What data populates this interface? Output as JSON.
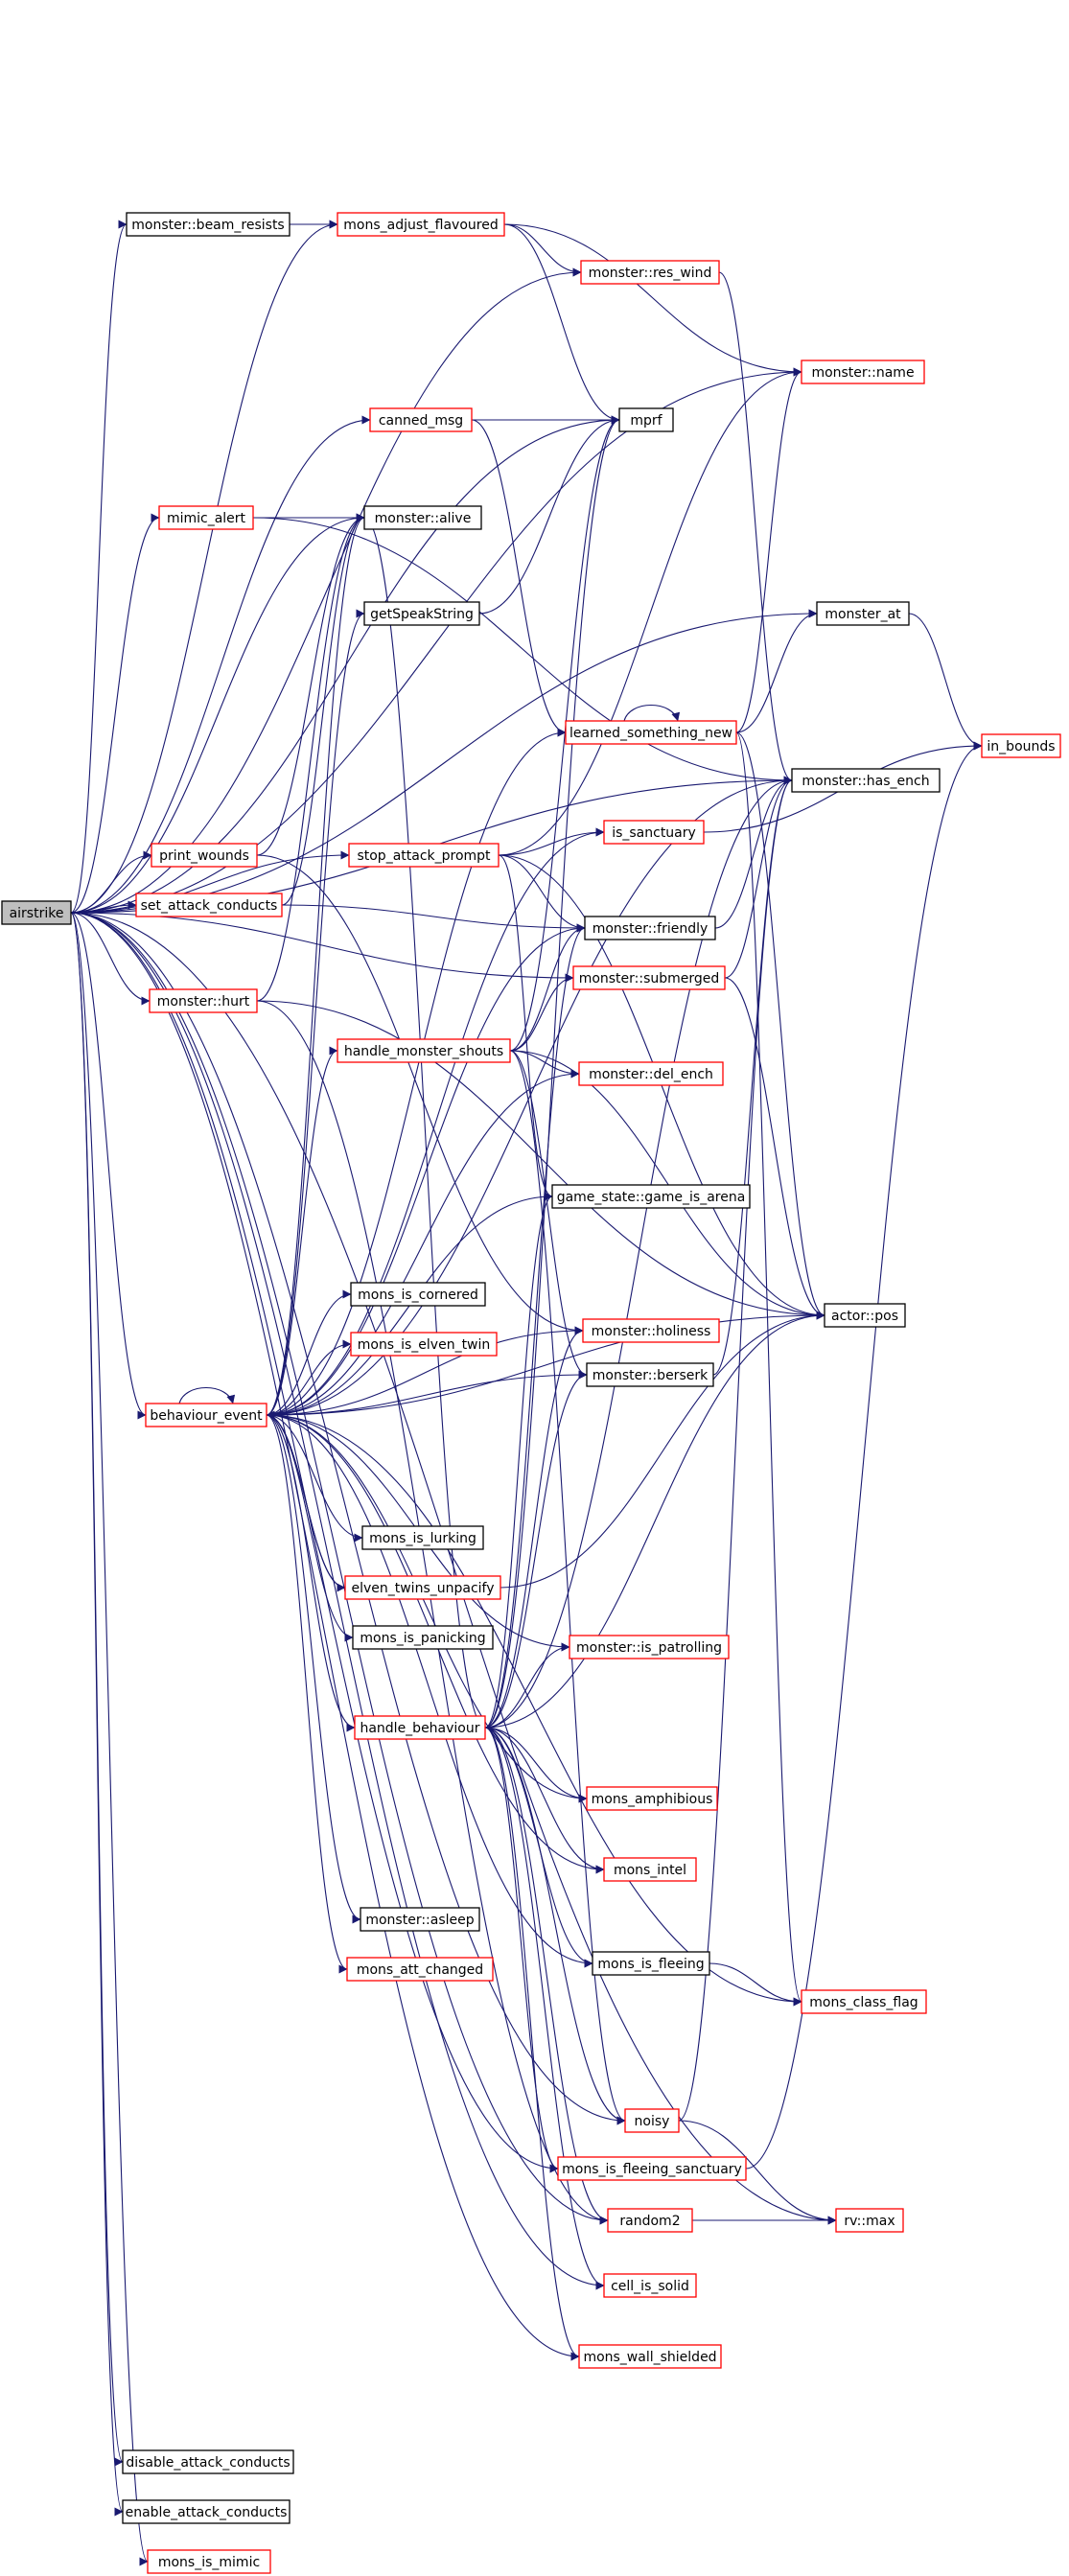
{
  "colors": {
    "edge": "#191970",
    "border_truncated": "#ff0000",
    "border_full": "#000000",
    "root_fill": "#bfbfbf"
  },
  "nodes": [
    {
      "id": "airstrike",
      "label": "airstrike",
      "border": "black",
      "root": true
    },
    {
      "id": "monster_beam_resists",
      "label": "monster::beam_resists",
      "border": "black"
    },
    {
      "id": "mons_adjust_flavoured",
      "label": "mons_adjust_flavoured",
      "border": "red"
    },
    {
      "id": "monster_res_wind",
      "label": "monster::res_wind",
      "border": "red"
    },
    {
      "id": "monster_name",
      "label": "monster::name",
      "border": "red"
    },
    {
      "id": "canned_msg",
      "label": "canned_msg",
      "border": "red"
    },
    {
      "id": "mprf",
      "label": "mprf",
      "border": "black"
    },
    {
      "id": "mimic_alert",
      "label": "mimic_alert",
      "border": "red"
    },
    {
      "id": "monster_alive",
      "label": "monster::alive",
      "border": "black"
    },
    {
      "id": "getSpeakString",
      "label": "getSpeakString",
      "border": "black"
    },
    {
      "id": "monster_at",
      "label": "monster_at",
      "border": "black"
    },
    {
      "id": "learned_something_new",
      "label": "learned_something_new",
      "border": "red"
    },
    {
      "id": "in_bounds",
      "label": "in_bounds",
      "border": "red"
    },
    {
      "id": "monster_has_ench",
      "label": "monster::has_ench",
      "border": "black"
    },
    {
      "id": "print_wounds",
      "label": "print_wounds",
      "border": "red"
    },
    {
      "id": "stop_attack_prompt",
      "label": "stop_attack_prompt",
      "border": "red"
    },
    {
      "id": "is_sanctuary",
      "label": "is_sanctuary",
      "border": "red"
    },
    {
      "id": "set_attack_conducts",
      "label": "set_attack_conducts",
      "border": "red"
    },
    {
      "id": "monster_friendly",
      "label": "monster::friendly",
      "border": "black"
    },
    {
      "id": "monster_hurt",
      "label": "monster::hurt",
      "border": "red"
    },
    {
      "id": "monster_submerged",
      "label": "monster::submerged",
      "border": "red"
    },
    {
      "id": "handle_monster_shouts",
      "label": "handle_monster_shouts",
      "border": "red"
    },
    {
      "id": "monster_del_ench",
      "label": "monster::del_ench",
      "border": "red"
    },
    {
      "id": "game_state_game_is_arena",
      "label": "game_state::game_is_arena",
      "border": "black"
    },
    {
      "id": "mons_is_cornered",
      "label": "mons_is_cornered",
      "border": "black"
    },
    {
      "id": "actor_pos",
      "label": "actor::pos",
      "border": "black"
    },
    {
      "id": "mons_is_elven_twin",
      "label": "mons_is_elven_twin",
      "border": "red"
    },
    {
      "id": "monster_holiness",
      "label": "monster::holiness",
      "border": "red"
    },
    {
      "id": "monster_berserk",
      "label": "monster::berserk",
      "border": "black"
    },
    {
      "id": "behaviour_event",
      "label": "behaviour_event",
      "border": "red"
    },
    {
      "id": "mons_is_lurking",
      "label": "mons_is_lurking",
      "border": "black"
    },
    {
      "id": "elven_twins_unpacify",
      "label": "elven_twins_unpacify",
      "border": "red"
    },
    {
      "id": "mons_is_panicking",
      "label": "mons_is_panicking",
      "border": "black"
    },
    {
      "id": "monster_is_patrolling",
      "label": "monster::is_patrolling",
      "border": "red"
    },
    {
      "id": "handle_behaviour",
      "label": "handle_behaviour",
      "border": "red"
    },
    {
      "id": "mons_amphibious",
      "label": "mons_amphibious",
      "border": "red"
    },
    {
      "id": "mons_intel",
      "label": "mons_intel",
      "border": "red"
    },
    {
      "id": "monster_asleep",
      "label": "monster::asleep",
      "border": "black"
    },
    {
      "id": "mons_att_changed",
      "label": "mons_att_changed",
      "border": "red"
    },
    {
      "id": "mons_is_fleeing",
      "label": "mons_is_fleeing",
      "border": "black"
    },
    {
      "id": "mons_class_flag",
      "label": "mons_class_flag",
      "border": "red"
    },
    {
      "id": "noisy",
      "label": "noisy",
      "border": "red"
    },
    {
      "id": "mons_is_fleeing_sanctuary",
      "label": "mons_is_fleeing_sanctuary",
      "border": "red"
    },
    {
      "id": "random2",
      "label": "random2",
      "border": "red"
    },
    {
      "id": "rv_max",
      "label": "rv::max",
      "border": "red"
    },
    {
      "id": "cell_is_solid",
      "label": "cell_is_solid",
      "border": "red"
    },
    {
      "id": "mons_wall_shielded",
      "label": "mons_wall_shielded",
      "border": "red"
    },
    {
      "id": "disable_attack_conducts",
      "label": "disable_attack_conducts",
      "border": "black"
    },
    {
      "id": "enable_attack_conducts",
      "label": "enable_attack_conducts",
      "border": "black"
    },
    {
      "id": "mons_is_mimic",
      "label": "mons_is_mimic",
      "border": "red"
    }
  ],
  "edges": [
    [
      "airstrike",
      "monster_beam_resists"
    ],
    [
      "airstrike",
      "mons_adjust_flavoured"
    ],
    [
      "airstrike",
      "monster_res_wind"
    ],
    [
      "airstrike",
      "monster_name"
    ],
    [
      "airstrike",
      "canned_msg"
    ],
    [
      "airstrike",
      "mprf"
    ],
    [
      "airstrike",
      "mimic_alert"
    ],
    [
      "airstrike",
      "monster_alive"
    ],
    [
      "airstrike",
      "monster_at"
    ],
    [
      "airstrike",
      "monster_has_ench"
    ],
    [
      "airstrike",
      "print_wounds"
    ],
    [
      "airstrike",
      "stop_attack_prompt"
    ],
    [
      "airstrike",
      "set_attack_conducts"
    ],
    [
      "airstrike",
      "monster_hurt"
    ],
    [
      "airstrike",
      "monster_submerged"
    ],
    [
      "airstrike",
      "behaviour_event"
    ],
    [
      "airstrike",
      "noisy"
    ],
    [
      "airstrike",
      "mons_is_fleeing_sanctuary"
    ],
    [
      "airstrike",
      "random2"
    ],
    [
      "airstrike",
      "rv_max"
    ],
    [
      "airstrike",
      "cell_is_solid"
    ],
    [
      "airstrike",
      "mons_wall_shielded"
    ],
    [
      "airstrike",
      "disable_attack_conducts"
    ],
    [
      "airstrike",
      "enable_attack_conducts"
    ],
    [
      "airstrike",
      "mons_is_mimic"
    ],
    [
      "monster_beam_resists",
      "mons_adjust_flavoured"
    ],
    [
      "mons_adjust_flavoured",
      "monster_res_wind"
    ],
    [
      "mons_adjust_flavoured",
      "monster_name"
    ],
    [
      "mons_adjust_flavoured",
      "mprf"
    ],
    [
      "monster_res_wind",
      "monster_has_ench"
    ],
    [
      "canned_msg",
      "mprf"
    ],
    [
      "canned_msg",
      "learned_something_new"
    ],
    [
      "mimic_alert",
      "monster_alive"
    ],
    [
      "mimic_alert",
      "monster_has_ench"
    ],
    [
      "getSpeakString",
      "mprf"
    ],
    [
      "monster_at",
      "in_bounds"
    ],
    [
      "learned_something_new",
      "learned_something_new"
    ],
    [
      "learned_something_new",
      "monster_name"
    ],
    [
      "learned_something_new",
      "monster_at"
    ],
    [
      "learned_something_new",
      "mons_class_flag"
    ],
    [
      "learned_something_new",
      "actor_pos"
    ],
    [
      "print_wounds",
      "monster_alive"
    ],
    [
      "print_wounds",
      "monster_holiness"
    ],
    [
      "stop_attack_prompt",
      "monster_name"
    ],
    [
      "stop_attack_prompt",
      "is_sanctuary"
    ],
    [
      "stop_attack_prompt",
      "monster_friendly"
    ],
    [
      "stop_attack_prompt",
      "actor_pos"
    ],
    [
      "stop_attack_prompt",
      "game_state_game_is_arena"
    ],
    [
      "is_sanctuary",
      "in_bounds"
    ],
    [
      "set_attack_conducts",
      "monster_friendly"
    ],
    [
      "set_attack_conducts",
      "monster_alive"
    ],
    [
      "monster_friendly",
      "monster_has_ench"
    ],
    [
      "monster_hurt",
      "monster_alive"
    ],
    [
      "monster_hurt",
      "actor_pos"
    ],
    [
      "monster_hurt",
      "random2"
    ],
    [
      "monster_submerged",
      "monster_has_ench"
    ],
    [
      "monster_submerged",
      "actor_pos"
    ],
    [
      "handle_monster_shouts",
      "mprf"
    ],
    [
      "handle_monster_shouts",
      "monster_friendly"
    ],
    [
      "handle_monster_shouts",
      "monster_submerged"
    ],
    [
      "handle_monster_shouts",
      "monster_del_ench"
    ],
    [
      "handle_monster_shouts",
      "actor_pos"
    ],
    [
      "handle_monster_shouts",
      "noisy"
    ],
    [
      "handle_monster_shouts",
      "monster_berserk"
    ],
    [
      "monster_berserk",
      "monster_has_ench"
    ],
    [
      "behaviour_event",
      "monster_alive"
    ],
    [
      "behaviour_event",
      "getSpeakString"
    ],
    [
      "behaviour_event",
      "learned_something_new"
    ],
    [
      "behaviour_event",
      "monster_has_ench"
    ],
    [
      "behaviour_event",
      "is_sanctuary"
    ],
    [
      "behaviour_event",
      "monster_friendly"
    ],
    [
      "behaviour_event",
      "handle_monster_shouts"
    ],
    [
      "behaviour_event",
      "game_state_game_is_arena"
    ],
    [
      "behaviour_event",
      "mons_is_cornered"
    ],
    [
      "behaviour_event",
      "actor_pos"
    ],
    [
      "behaviour_event",
      "mons_is_elven_twin"
    ],
    [
      "behaviour_event",
      "monster_holiness"
    ],
    [
      "behaviour_event",
      "monster_berserk"
    ],
    [
      "behaviour_event",
      "mons_is_lurking"
    ],
    [
      "behaviour_event",
      "elven_twins_unpacify"
    ],
    [
      "behaviour_event",
      "mons_is_panicking"
    ],
    [
      "behaviour_event",
      "monster_is_patrolling"
    ],
    [
      "behaviour_event",
      "handle_behaviour"
    ],
    [
      "behaviour_event",
      "mons_amphibious"
    ],
    [
      "behaviour_event",
      "mons_intel"
    ],
    [
      "behaviour_event",
      "monster_asleep"
    ],
    [
      "behaviour_event",
      "mons_att_changed"
    ],
    [
      "behaviour_event",
      "mons_is_fleeing"
    ],
    [
      "behaviour_event",
      "mons_class_flag"
    ],
    [
      "behaviour_event",
      "behaviour_event"
    ],
    [
      "behaviour_event",
      "monster_del_ench"
    ],
    [
      "elven_twins_unpacify",
      "actor_pos"
    ],
    [
      "elven_twins_unpacify",
      "behaviour_event"
    ],
    [
      "handle_behaviour",
      "monster_friendly"
    ],
    [
      "handle_behaviour",
      "monster_is_patrolling"
    ],
    [
      "handle_behaviour",
      "mons_amphibious"
    ],
    [
      "handle_behaviour",
      "mons_intel"
    ],
    [
      "handle_behaviour",
      "mons_is_fleeing"
    ],
    [
      "handle_behaviour",
      "noisy"
    ],
    [
      "handle_behaviour",
      "mons_is_fleeing_sanctuary"
    ],
    [
      "handle_behaviour",
      "random2"
    ],
    [
      "handle_behaviour",
      "cell_is_solid"
    ],
    [
      "handle_behaviour",
      "mons_wall_shielded"
    ],
    [
      "handle_behaviour",
      "actor_pos"
    ],
    [
      "handle_behaviour",
      "monster_has_ench"
    ],
    [
      "handle_behaviour",
      "monster_holiness"
    ],
    [
      "handle_behaviour",
      "monster_berserk"
    ],
    [
      "handle_behaviour",
      "game_state_game_is_arena"
    ],
    [
      "handle_behaviour",
      "monster_alive"
    ],
    [
      "handle_behaviour",
      "mprf"
    ],
    [
      "mons_is_fleeing",
      "mons_class_flag"
    ],
    [
      "noisy",
      "rv_max"
    ],
    [
      "noisy",
      "monster_has_ench"
    ],
    [
      "mons_is_fleeing_sanctuary",
      "in_bounds"
    ],
    [
      "random2",
      "rv_max"
    ]
  ]
}
